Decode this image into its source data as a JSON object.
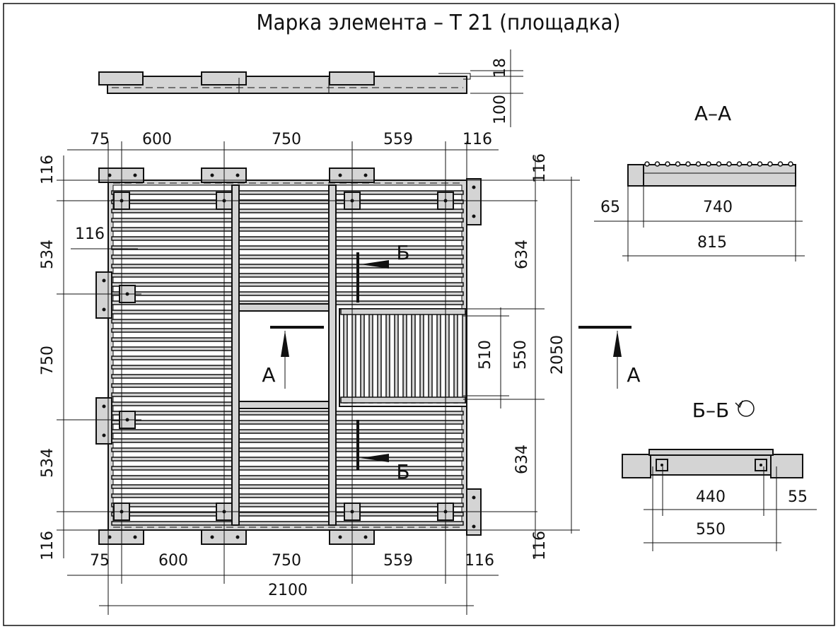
{
  "title": "Марка элемента – Т 21 (площадка)",
  "colors": {
    "steel": "#d4d4d4",
    "line": "#111111"
  },
  "top_view": {
    "dims": [
      "18",
      "100"
    ]
  },
  "plan": {
    "top_dims": [
      "75",
      "600",
      "750",
      "559",
      "116"
    ],
    "bottom_dims": [
      "75",
      "600",
      "750",
      "559",
      "116"
    ],
    "overall_width": "2100",
    "left_dims": [
      "116",
      "534",
      "116",
      "750",
      "534",
      "116"
    ],
    "right_dims": [
      "116",
      "634",
      "510",
      "550",
      "2050",
      "634",
      "116"
    ],
    "section_marks": {
      "a_left": "А",
      "a_right": "А",
      "b_top": "Б",
      "b_bottom": "Б"
    }
  },
  "section_aa": {
    "label": "А–А",
    "dims": [
      "65",
      "740",
      "815"
    ]
  },
  "section_bb": {
    "label": "Б–Б",
    "rotation_icon": "rotated-view-icon",
    "dims": [
      "440",
      "55",
      "550"
    ]
  }
}
